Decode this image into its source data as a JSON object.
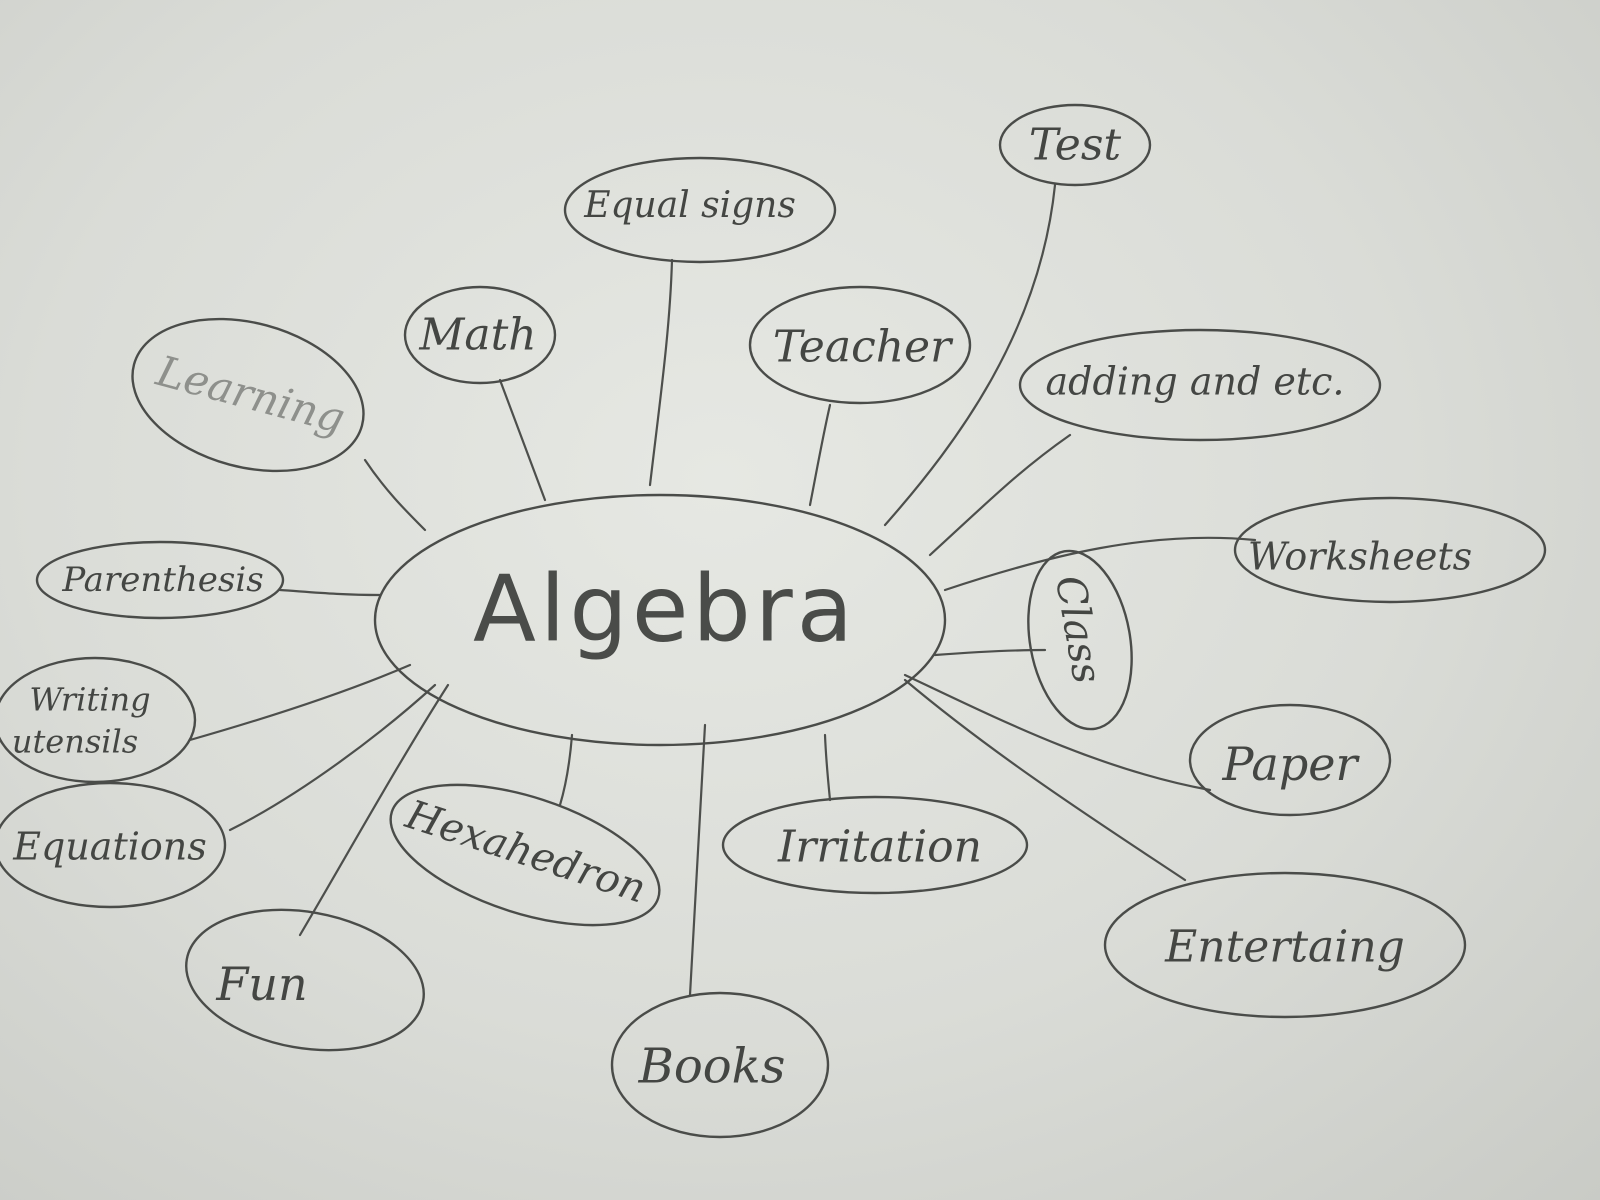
{
  "diagram": {
    "type": "concept-map",
    "center": {
      "label": "Algebra"
    },
    "nodes": [
      {
        "id": "test",
        "label": "Test"
      },
      {
        "id": "equal-signs",
        "label": "Equal signs"
      },
      {
        "id": "math",
        "label": "Math"
      },
      {
        "id": "teacher",
        "label": "Teacher"
      },
      {
        "id": "learning",
        "label": "Learning"
      },
      {
        "id": "adding",
        "label": "adding and etc."
      },
      {
        "id": "worksheets",
        "label": "Worksheets"
      },
      {
        "id": "parenthesis",
        "label": "Parenthesis"
      },
      {
        "id": "class",
        "label": "Class"
      },
      {
        "id": "writing-utensils-1",
        "label": "Writing"
      },
      {
        "id": "writing-utensils-2",
        "label": "utensils"
      },
      {
        "id": "paper",
        "label": "Paper"
      },
      {
        "id": "equations",
        "label": "Equations"
      },
      {
        "id": "hexahedron",
        "label": "Hexahedron"
      },
      {
        "id": "irritation",
        "label": "Irritation"
      },
      {
        "id": "entertaining",
        "label": "Entertaing"
      },
      {
        "id": "fun",
        "label": "Fun"
      },
      {
        "id": "books",
        "label": "Books"
      }
    ],
    "edges": "all nodes connect to center",
    "colors": {
      "ink": "#4a4c49",
      "paper": "#dfe1dc"
    }
  }
}
